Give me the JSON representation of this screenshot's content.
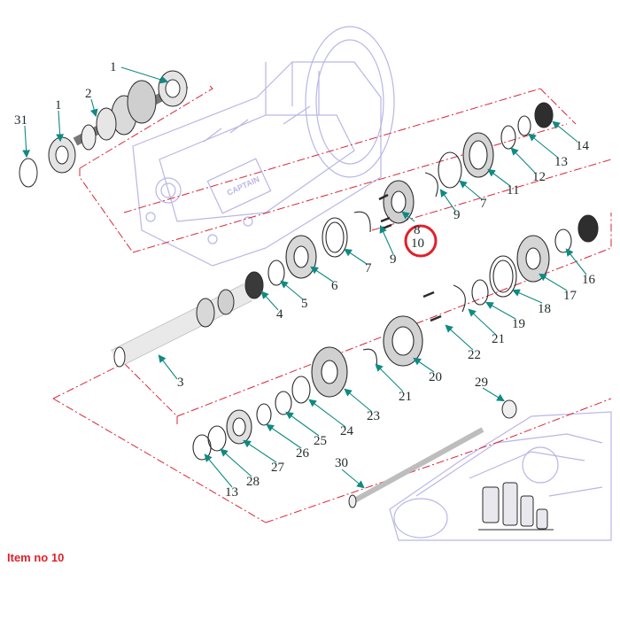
{
  "diagram": {
    "callouts": [
      "1",
      "2",
      "31",
      "1",
      "3",
      "4",
      "5",
      "6",
      "7",
      "8",
      "9",
      "9",
      "7",
      "11",
      "12",
      "13",
      "14",
      "10",
      "16",
      "17",
      "18",
      "19",
      "21",
      "22",
      "20",
      "21",
      "23",
      "24",
      "25",
      "26",
      "27",
      "28",
      "13",
      "29",
      "30"
    ],
    "highlighted_callout": "10",
    "logo_text": "CAPTAIN"
  },
  "caption": "Item no 10",
  "colors": {
    "leader": "#0e8a82",
    "dashed_frame": "#d8263a",
    "housing": "#b9b6e6",
    "highlight_ring": "#e0202a",
    "caption": "#e0202a",
    "part_stroke": "#2a2a2a"
  }
}
